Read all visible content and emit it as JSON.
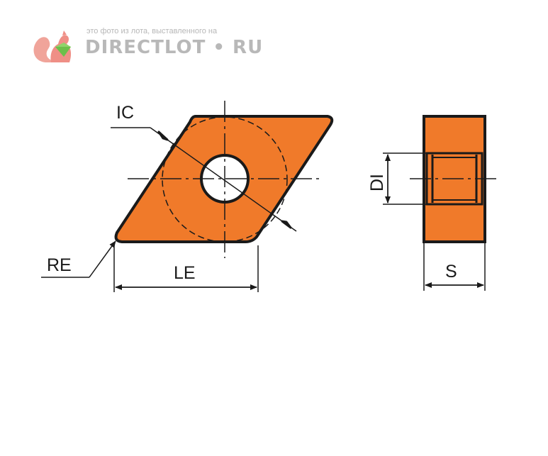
{
  "watermark": {
    "caption": "это фото из лота, выставленного на",
    "brand": "DIRECTLOT • RU",
    "logo_icon": "squirrel-gem-icon"
  },
  "labels": {
    "ic": "IC",
    "re": "RE",
    "le": "LE",
    "di": "DI",
    "s": "S"
  },
  "colors": {
    "insert_fill": "#f07a2a",
    "outline": "#1a1a1a",
    "watermark": "#b8b8b8"
  }
}
